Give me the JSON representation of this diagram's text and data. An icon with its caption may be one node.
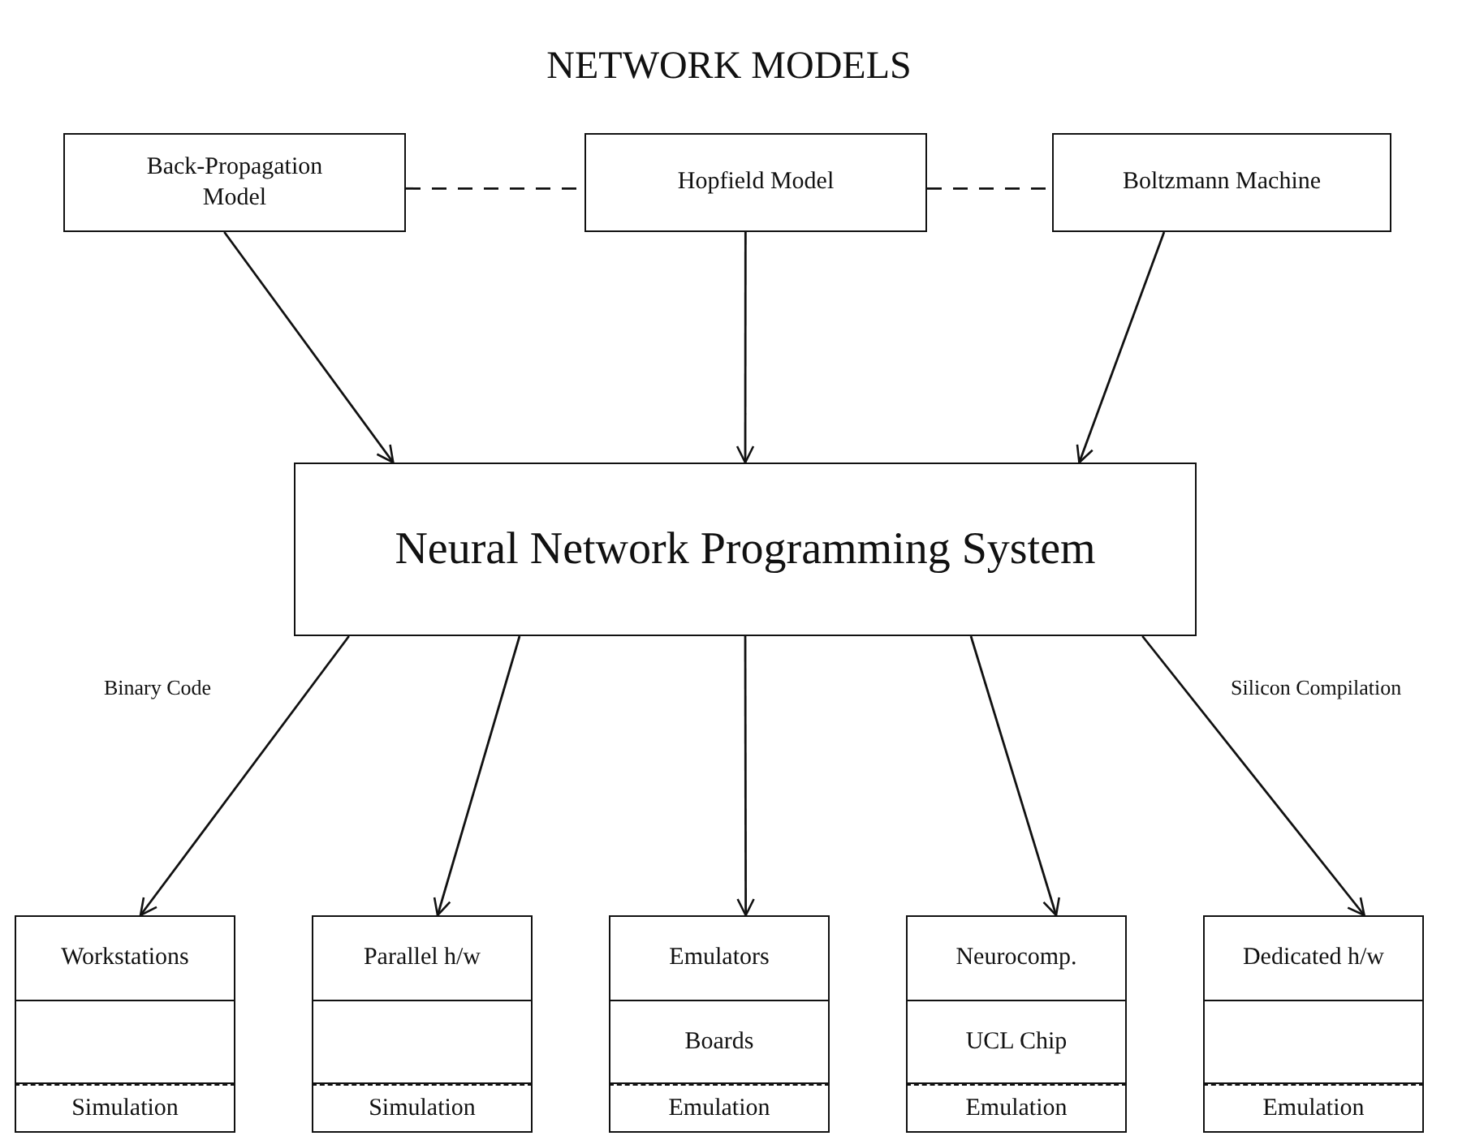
{
  "diagram": {
    "title": "NETWORK MODELS",
    "nodes": [
      {
        "text": [
          "Back-Propagation Model"
        ]
      },
      {
        "text": [
          "Hopfield Model"
        ]
      },
      {
        "text": [
          "Boltzmann Machine"
        ]
      },
      {
        "text": [
          "Neural Network Programming System"
        ]
      },
      {
        "text": [
          "Workstations"
        ]
      },
      {
        "text": [],
        "shape": "box"
      },
      {
        "text": [
          "Simulation"
        ]
      },
      {
        "text": [
          "Parallel h/w"
        ]
      },
      {
        "text": [],
        "shape": "box"
      },
      {
        "text": [
          "Simulation"
        ]
      },
      {
        "text": [
          "Emulators"
        ]
      },
      {
        "text": [
          "Boards"
        ]
      },
      {
        "text": [
          "Emulation"
        ]
      },
      {
        "text": [
          "Neurocomp."
        ]
      },
      {
        "text": [
          "UCL Chip"
        ]
      },
      {
        "text": [
          "Emulation"
        ]
      },
      {
        "text": [
          "Dedicated h/w"
        ]
      },
      {
        "text": [],
        "shape": "box"
      },
      {
        "text": [
          "Emulation"
        ]
      }
    ],
    "edges": [
      {
        "from": 0,
        "to": 1,
        "arrow": "none",
        "style": "dashed"
      },
      {
        "from": 1,
        "to": 2,
        "arrow": "none",
        "style": "dashed"
      },
      {
        "from": 0,
        "to": 3,
        "arrow": "to"
      },
      {
        "from": 1,
        "to": 3,
        "arrow": "to"
      },
      {
        "from": 2,
        "to": 3,
        "arrow": "to"
      },
      {
        "from": 3,
        "to": 4,
        "arrow": "to"
      },
      {
        "from": 3,
        "to": 7,
        "arrow": "to"
      },
      {
        "from": 3,
        "to": 10,
        "arrow": "to"
      },
      {
        "from": 3,
        "to": 13,
        "arrow": "to"
      },
      {
        "from": 3,
        "to": 16,
        "arrow": "to"
      }
    ],
    "labels": [
      "Binary Code",
      "Silicon Compilation"
    ]
  }
}
